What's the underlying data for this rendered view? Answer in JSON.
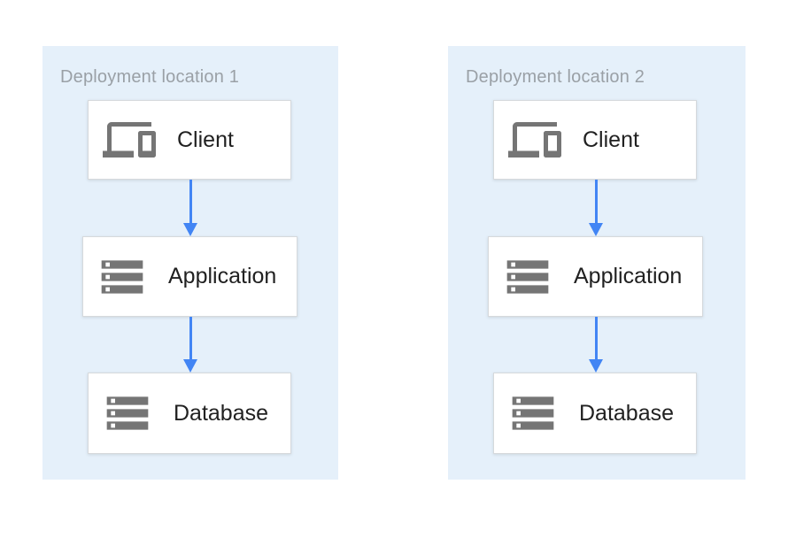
{
  "diagram": {
    "panels": [
      {
        "title": "Deployment location 1",
        "nodes": [
          {
            "label": "Client",
            "icon": "devices-icon"
          },
          {
            "label": "Application",
            "icon": "server-stack-icon"
          },
          {
            "label": "Database",
            "icon": "server-stack-icon"
          }
        ],
        "connections": [
          {
            "from": "Client",
            "to": "Application"
          },
          {
            "from": "Application",
            "to": "Database"
          }
        ]
      },
      {
        "title": "Deployment location 2",
        "nodes": [
          {
            "label": "Client",
            "icon": "devices-icon"
          },
          {
            "label": "Application",
            "icon": "server-stack-icon"
          },
          {
            "label": "Database",
            "icon": "server-stack-icon"
          }
        ],
        "connections": [
          {
            "from": "Client",
            "to": "Application"
          },
          {
            "from": "Application",
            "to": "Database"
          }
        ]
      }
    ],
    "colors": {
      "panel_bg": "#E5F0FA",
      "title_gray": "#9AA0A6",
      "node_border": "#D6D9DC",
      "node_text": "#212121",
      "icon_gray": "#757575",
      "arrow_blue": "#4285F4"
    }
  }
}
